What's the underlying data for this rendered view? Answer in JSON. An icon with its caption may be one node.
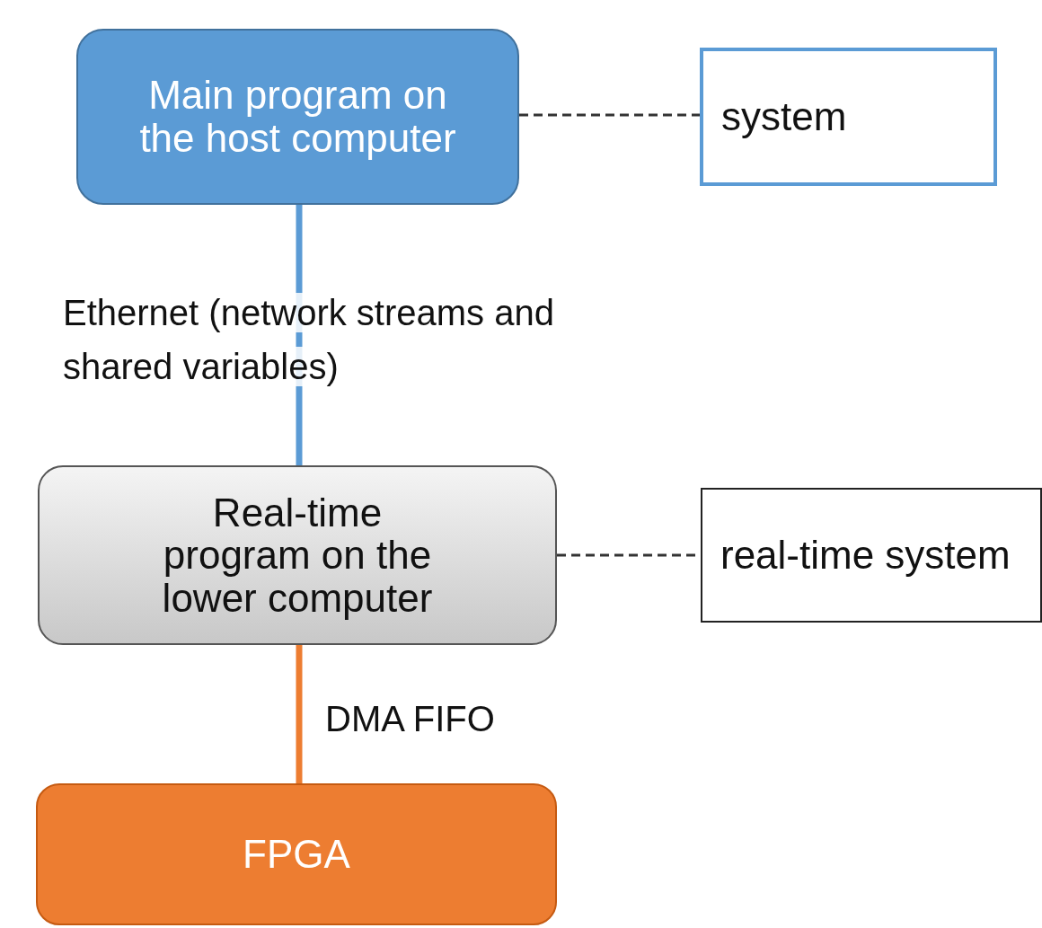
{
  "diagram": {
    "nodes": [
      {
        "text": [
          "Main program on the host computer"
        ]
      },
      {
        "text": [
          "system"
        ]
      },
      {
        "text": [
          "Real-time program on the lower computer"
        ]
      },
      {
        "text": [
          "real-time system"
        ]
      },
      {
        "text": [
          "FPGA"
        ]
      }
    ],
    "edges": [
      {
        "from": 0,
        "to": 1,
        "arrow": "none",
        "style": "dashed"
      },
      {
        "from": 0,
        "to": 2,
        "arrow": "none",
        "label": "Ethernet (network streams and shared variables)",
        "color": "#5b9bd5",
        "style": "thick"
      },
      {
        "from": 2,
        "to": 3,
        "arrow": "none",
        "style": "dashed"
      },
      {
        "from": 2,
        "to": 4,
        "arrow": "none",
        "label": "DMA FIFO",
        "color": "#ed7d31",
        "style": "thick"
      }
    ]
  }
}
